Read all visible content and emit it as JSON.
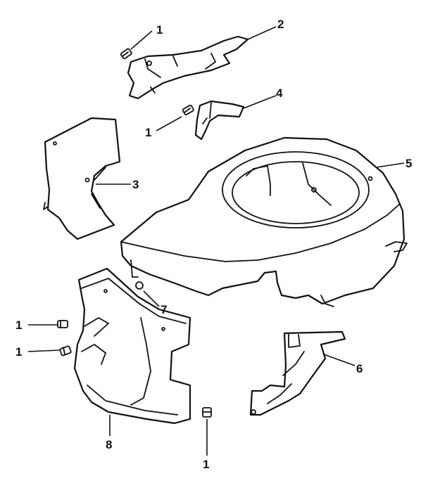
{
  "diagram": {
    "callouts": [
      {
        "id": "c1a",
        "text": "1"
      },
      {
        "id": "c2",
        "text": "2"
      },
      {
        "id": "c4",
        "text": "4"
      },
      {
        "id": "c1b",
        "text": "1"
      },
      {
        "id": "c5",
        "text": "5"
      },
      {
        "id": "c3",
        "text": "3"
      },
      {
        "id": "c7",
        "text": "7"
      },
      {
        "id": "c1c",
        "text": "1"
      },
      {
        "id": "c1d",
        "text": "1"
      },
      {
        "id": "c6",
        "text": "6"
      },
      {
        "id": "c8",
        "text": "8"
      },
      {
        "id": "c1e",
        "text": "1"
      }
    ]
  }
}
